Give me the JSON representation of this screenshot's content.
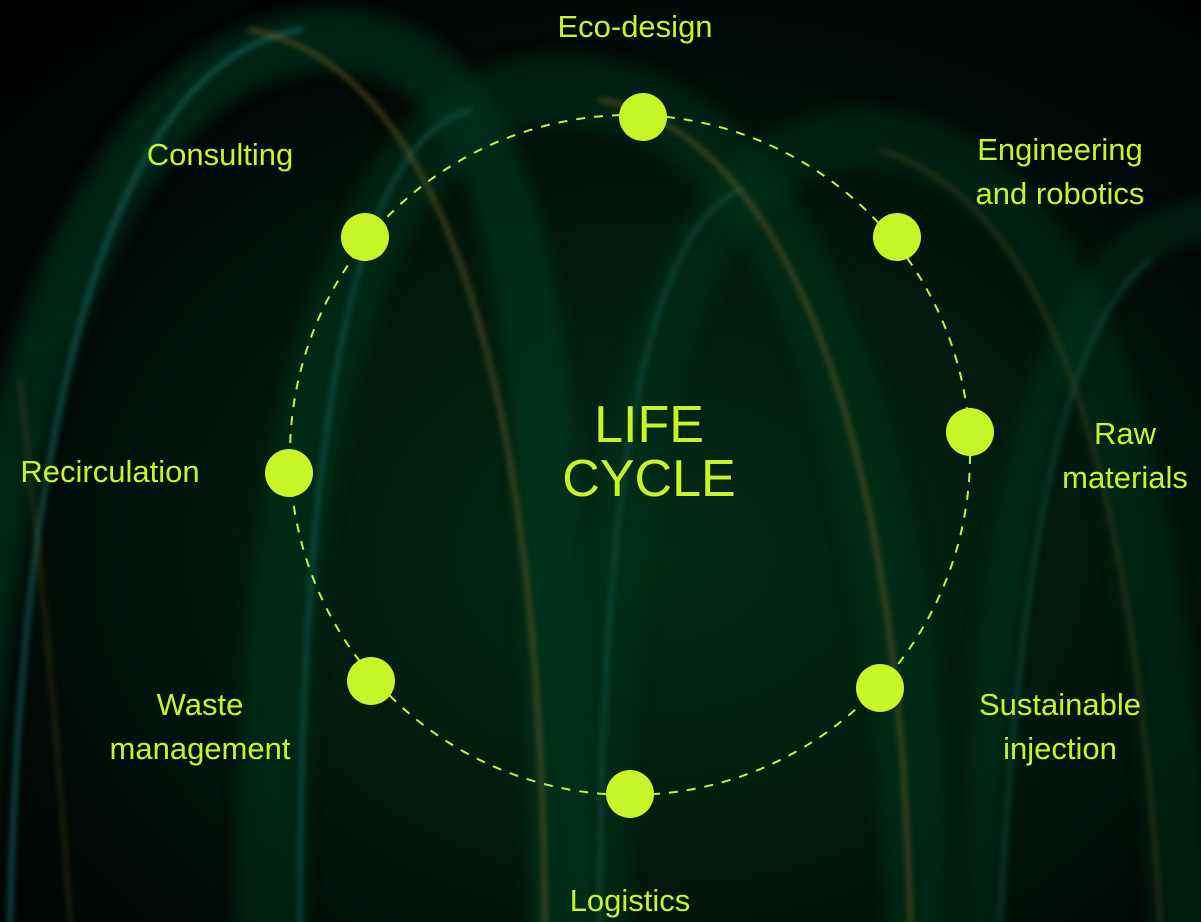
{
  "diagram": {
    "center_title": [
      "LIFE",
      "CYCLE"
    ],
    "accent_color": "#c8f528",
    "background_color": "#010402",
    "connector_style": "dashed circle",
    "stages": [
      {
        "id": "eco-design",
        "lines": [
          "Eco-design"
        ]
      },
      {
        "id": "engineering-and-robotics",
        "lines": [
          "Engineering",
          "and robotics"
        ]
      },
      {
        "id": "raw-materials",
        "lines": [
          "Raw",
          "materials"
        ]
      },
      {
        "id": "sustainable-injection",
        "lines": [
          "Sustainable",
          "injection"
        ]
      },
      {
        "id": "logistics",
        "lines": [
          "Logistics"
        ]
      },
      {
        "id": "waste-management",
        "lines": [
          "Waste",
          "management"
        ]
      },
      {
        "id": "recirculation",
        "lines": [
          "Recirculation"
        ]
      },
      {
        "id": "consulting",
        "lines": [
          "Consulting"
        ]
      }
    ]
  }
}
